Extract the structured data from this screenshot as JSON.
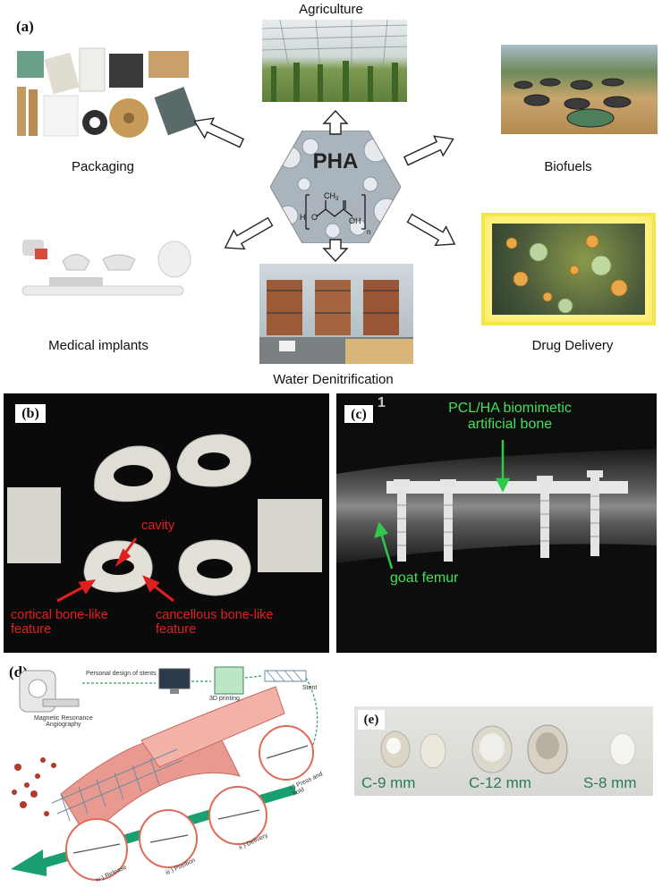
{
  "panel_a": {
    "label": "(a)",
    "center": {
      "title": "PHA",
      "ch3": "CH",
      "ch3_sub": "3",
      "h": "H",
      "o": "O",
      "oh": "OH",
      "n": "n"
    },
    "applications": {
      "agriculture": "Agriculture",
      "packaging": "Packaging",
      "biofuels": "Biofuels",
      "medical": "Medical implants",
      "water": "Water Denitrification",
      "drug": "Drug Delivery"
    }
  },
  "panel_b": {
    "label": "(b)",
    "cavity": "cavity",
    "cortical": "cortical bone-like\nfeature",
    "cancellous": "cancellous bone-like\nfeature"
  },
  "panel_c": {
    "label": "(c)",
    "corner_mark": "1",
    "pcl": "PCL/HA biomimetic\nartificial bone",
    "femur": "goat femur"
  },
  "panel_d": {
    "label": "(d)",
    "personal_design": "Personal design of stents",
    "mra": "Magnetic Resonance\nAngiography",
    "printing": "3D printing",
    "stent": "Stent",
    "press": "i ) Press and hold",
    "delivery": "ii ) Delivery",
    "position": "iii ) Position",
    "release": "iv ) Release"
  },
  "panel_e": {
    "label": "(e)",
    "c9": "C-9 mm",
    "c12": "C-12 mm",
    "s8": "S-8 mm"
  }
}
